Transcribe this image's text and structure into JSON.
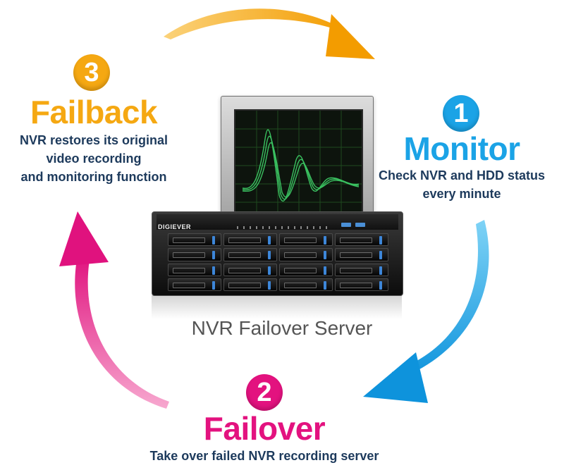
{
  "steps": [
    {
      "number": "1",
      "title": "Monitor",
      "description": [
        "Check NVR and HDD status",
        "every minute"
      ],
      "color": "#1ba3e6"
    },
    {
      "number": "2",
      "title": "Failover",
      "description": [
        "Take over failed NVR recording server"
      ],
      "color": "#e3127f"
    },
    {
      "number": "3",
      "title": "Failback",
      "description": [
        "NVR restores its original",
        "video recording",
        "and monitoring function"
      ],
      "color": "#f5a812"
    }
  ],
  "center": {
    "label": "NVR Failover Server",
    "brand": "DIGIEVER"
  },
  "colors": {
    "arrow_top": "#f6a812",
    "arrow_right": "#1ba3e6",
    "arrow_left": "#e3127f",
    "description_text": "#1d3a5c",
    "waveform": "#3fd46a"
  }
}
